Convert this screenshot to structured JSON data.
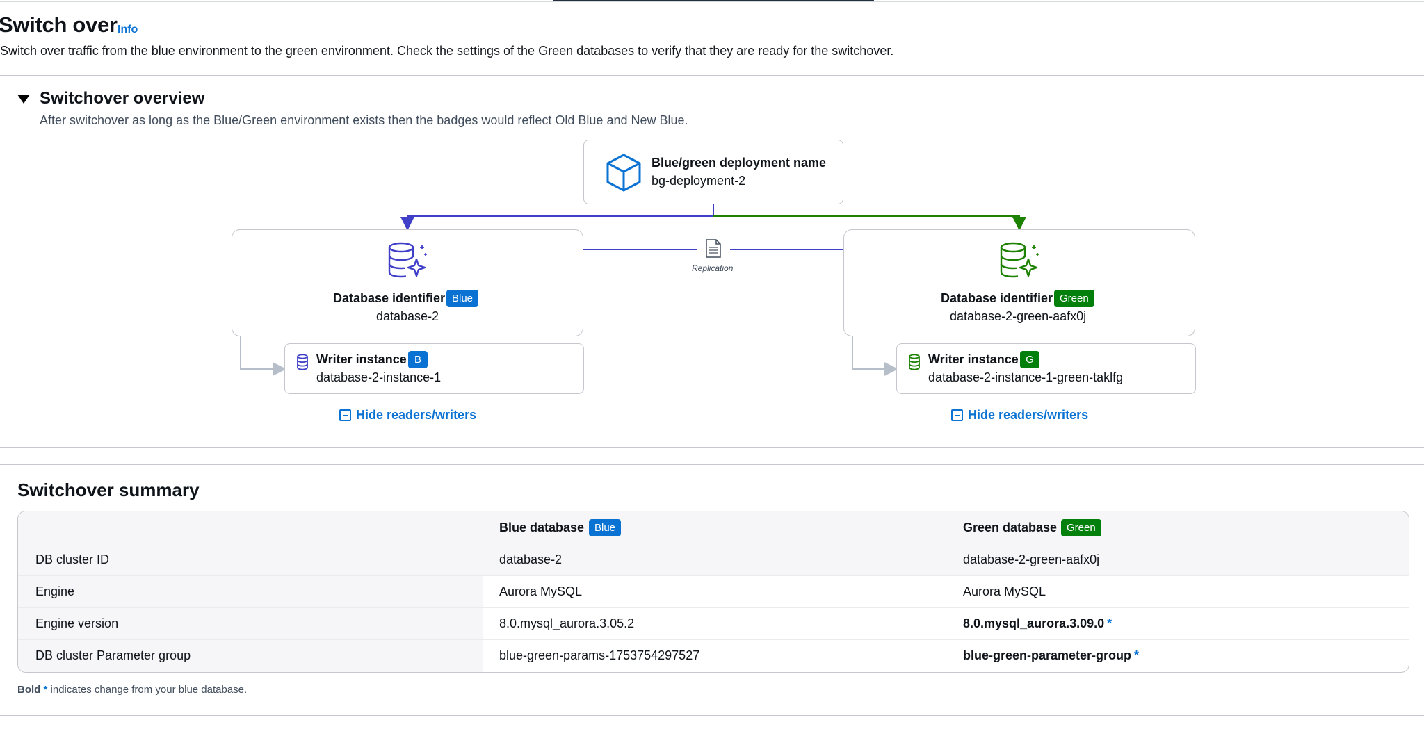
{
  "page": {
    "title": "Switch over",
    "info_link": "Info",
    "description": "Switch over traffic from the blue environment to the green environment. Check the settings of the Green databases to verify that they are ready for the switchover."
  },
  "overview": {
    "title": "Switchover overview",
    "description": "After switchover as long as the Blue/Green environment exists then the badges would reflect Old Blue and New Blue.",
    "deployment": {
      "label": "Blue/green deployment name",
      "value": "bg-deployment-2",
      "icon": "cube-icon"
    },
    "replication_label": "Replication",
    "blue": {
      "db_label": "Database identifier",
      "badge": "Blue",
      "db_value": "database-2",
      "writer_label": "Writer instance",
      "writer_badge": "B",
      "writer_value": "database-2-instance-1",
      "hide_link": "Hide readers/writers",
      "color": "#3f3fc8"
    },
    "green": {
      "db_label": "Database identifier",
      "badge": "Green",
      "db_value": "database-2-green-aafx0j",
      "writer_label": "Writer instance",
      "writer_badge": "G",
      "writer_value": "database-2-instance-1-green-taklfg",
      "hide_link": "Hide readers/writers",
      "color": "#1d8102"
    }
  },
  "summary": {
    "title": "Switchover summary",
    "columns": [
      {
        "label": ""
      },
      {
        "label": "Blue database",
        "badge": "Blue"
      },
      {
        "label": "Green database",
        "badge": "Green"
      }
    ],
    "rows": [
      {
        "name": "DB cluster ID",
        "blue": "database-2",
        "green": "database-2-green-aafx0j",
        "changed": false
      },
      {
        "name": "Engine",
        "blue": "Aurora MySQL",
        "green": "Aurora MySQL",
        "changed": false
      },
      {
        "name": "Engine version",
        "blue": "8.0.mysql_aurora.3.05.2",
        "green": "8.0.mysql_aurora.3.09.0",
        "changed": true
      },
      {
        "name": "DB cluster Parameter group",
        "blue": "blue-green-params-1753754297527",
        "green": "blue-green-parameter-group",
        "changed": true
      }
    ],
    "change_marker": "*",
    "note_bold": "Bold",
    "note_star": "*",
    "note_text": "indicates change from your blue database."
  },
  "colors": {
    "accent": "#0972d3",
    "blue_badge": "#0972d3",
    "green_badge": "#037f0c"
  }
}
